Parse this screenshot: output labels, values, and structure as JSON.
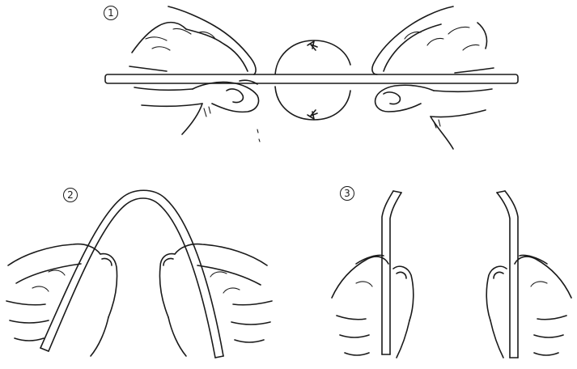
{
  "steps": [
    {
      "label": "1",
      "icon": "two-hands-twisting-rod-icon"
    },
    {
      "label": "2",
      "icon": "two-hands-bending-rod-u-shape-icon"
    },
    {
      "label": "3",
      "icon": "two-hands-holding-broken-rod-halves-icon"
    }
  ],
  "colors": {
    "ink": "#1a1a1a",
    "paper": "#ffffff"
  }
}
